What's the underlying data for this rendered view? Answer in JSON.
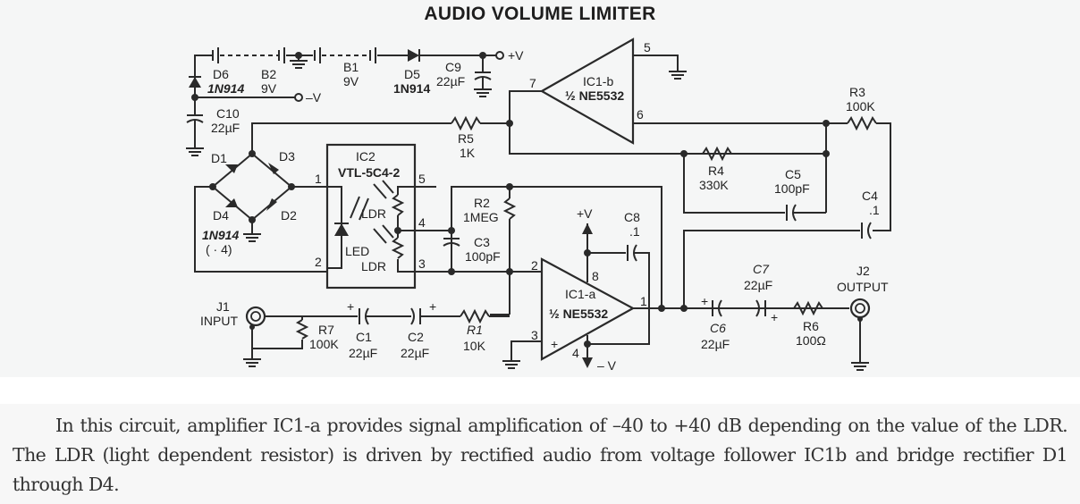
{
  "title": "AUDIO VOLUME LIMITER",
  "components": {
    "D6": {
      "ref": "D6",
      "value": "1N914"
    },
    "D5": {
      "ref": "D5",
      "value": "1N914"
    },
    "B2": {
      "ref": "B2",
      "value": "9V"
    },
    "B1": {
      "ref": "B1",
      "value": "9V"
    },
    "C9": {
      "ref": "C9",
      "value": "22µF"
    },
    "C10": {
      "ref": "C10",
      "value": "22µF"
    },
    "R5": {
      "ref": "R5",
      "value": "1K"
    },
    "R3": {
      "ref": "R3",
      "value": "100K"
    },
    "R4": {
      "ref": "R4",
      "value": "330K"
    },
    "C5": {
      "ref": "C5",
      "value": "100pF"
    },
    "C4": {
      "ref": "C4",
      "value": ".1"
    },
    "IC1b": {
      "ref": "IC1-b",
      "value": "½ NE5532"
    },
    "IC1a": {
      "ref": "IC1-a",
      "value": "½ NE5532"
    },
    "IC2": {
      "ref": "IC2",
      "value": "VTL-5C4-2",
      "led": "LED",
      "ldr": "LDR"
    },
    "D1": {
      "ref": "D1"
    },
    "D2": {
      "ref": "D2"
    },
    "D3": {
      "ref": "D3"
    },
    "D4": {
      "ref": "D4",
      "value": "1N914",
      "note": "( · 4)"
    },
    "R2": {
      "ref": "R2",
      "value": "1MEG"
    },
    "C3": {
      "ref": "C3",
      "value": "100pF"
    },
    "C8": {
      "ref": "C8",
      "value": ".1"
    },
    "R7": {
      "ref": "R7",
      "value": "100K"
    },
    "C1": {
      "ref": "C1",
      "value": "22µF"
    },
    "C2": {
      "ref": "C2",
      "value": "22µF"
    },
    "R1": {
      "ref": "R1",
      "value": "10K"
    },
    "C6": {
      "ref": "C6",
      "value": "22µF"
    },
    "C7": {
      "ref": "C7",
      "value": "22µF"
    },
    "R6": {
      "ref": "R6",
      "value": "100Ω"
    },
    "J1": {
      "ref": "J1",
      "value": "INPUT"
    },
    "J2": {
      "ref": "J2",
      "value": "OUTPUT"
    }
  },
  "rails": {
    "pos": "+V",
    "neg": "–V",
    "neg_short": "– V",
    "plus": "+"
  },
  "pins": {
    "p1": "1",
    "p2": "2",
    "p3": "3",
    "p4": "4",
    "p5": "5",
    "p6": "6",
    "p7": "7",
    "p8": "8"
  },
  "caption": "In this circuit, amplifier IC1-a provides signal amplification of –40 to +40 dB depending on the value of the LDR. The LDR (light dependent resistor) is driven by rectified audio from voltage follower IC1b and bridge rectifier D1 through D4."
}
